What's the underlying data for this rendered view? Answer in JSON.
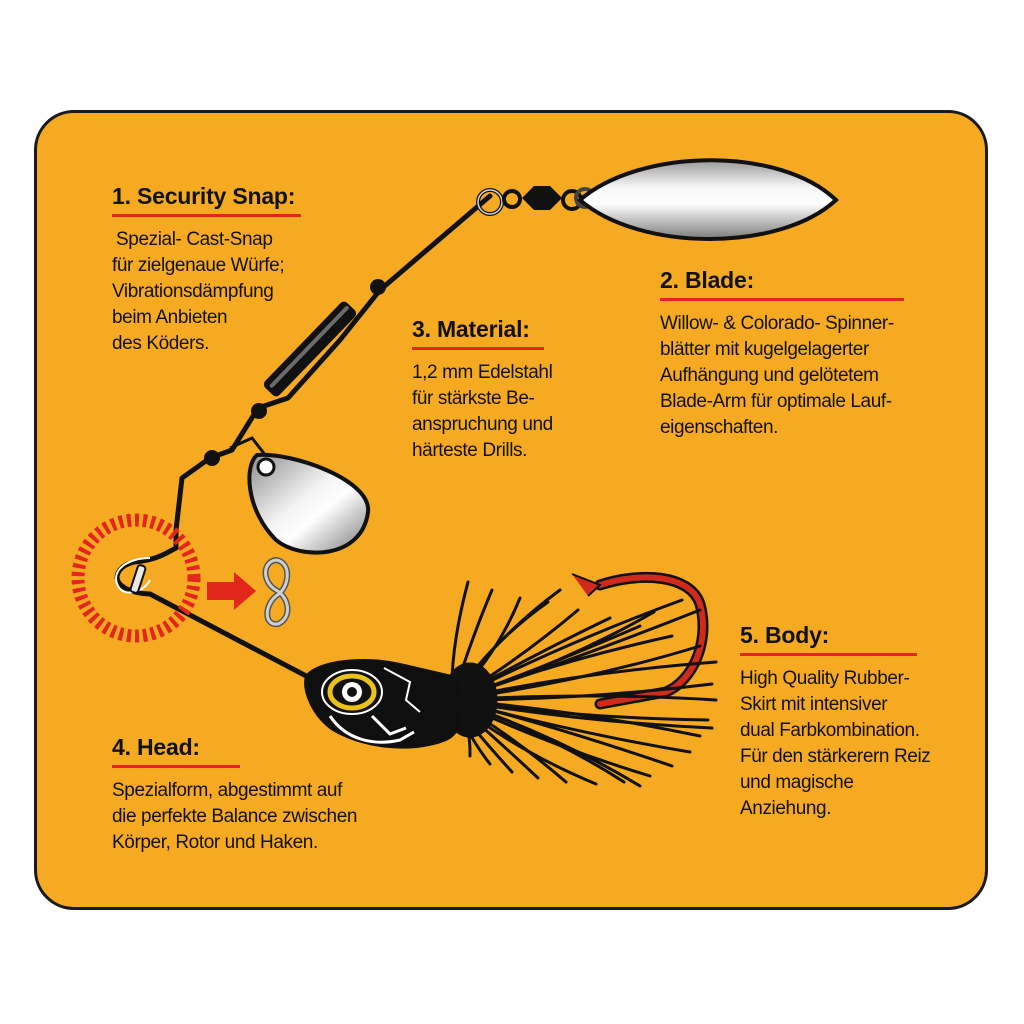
{
  "colors": {
    "panel": "#f6aa22",
    "accent_red": "#e2261b",
    "wire": "#111111",
    "silver": "#c9c9c9"
  },
  "callouts": {
    "security_snap": {
      "title": "1. Security Snap:",
      "lines": [
        "Spezial- Cast-Snap",
        "für zielgenaue Würfe;",
        "Vibrationsdämpfung",
        "beim Anbieten",
        "des Köders."
      ]
    },
    "blade": {
      "title": "2.  Blade:",
      "lines": [
        "Willow- & Colorado- Spinner-",
        "blätter mit kugelgelagerter",
        "Aufhängung und gelötetem",
        "Blade-Arm für optimale Lauf-",
        "eigenschaften."
      ]
    },
    "material": {
      "title": "3.  Material:",
      "lines": [
        "1,2 mm Edelstahl",
        "für stärkste Be-",
        "anspruchung und",
        "härteste Drills."
      ]
    },
    "head": {
      "title": "4.  Head:",
      "lines": [
        "Spezialform, abgestimmt auf",
        "die perfekte Balance zwischen",
        "Körper, Rotor und Haken."
      ]
    },
    "body": {
      "title": "5.  Body:",
      "lines": [
        "High Quality Rubber-",
        "Skirt mit intensiver",
        "dual Farbkombination.",
        "Für den stärkerern Reiz",
        "und magische",
        "Anziehung."
      ]
    }
  },
  "icons": [
    "willow-blade-icon",
    "colorado-blade-icon",
    "swivel-icon",
    "bead-icon",
    "snap-icon",
    "snap-detail-icon",
    "arrow-icon",
    "head-icon",
    "eye-icon",
    "skirt-icon",
    "hook-icon"
  ]
}
